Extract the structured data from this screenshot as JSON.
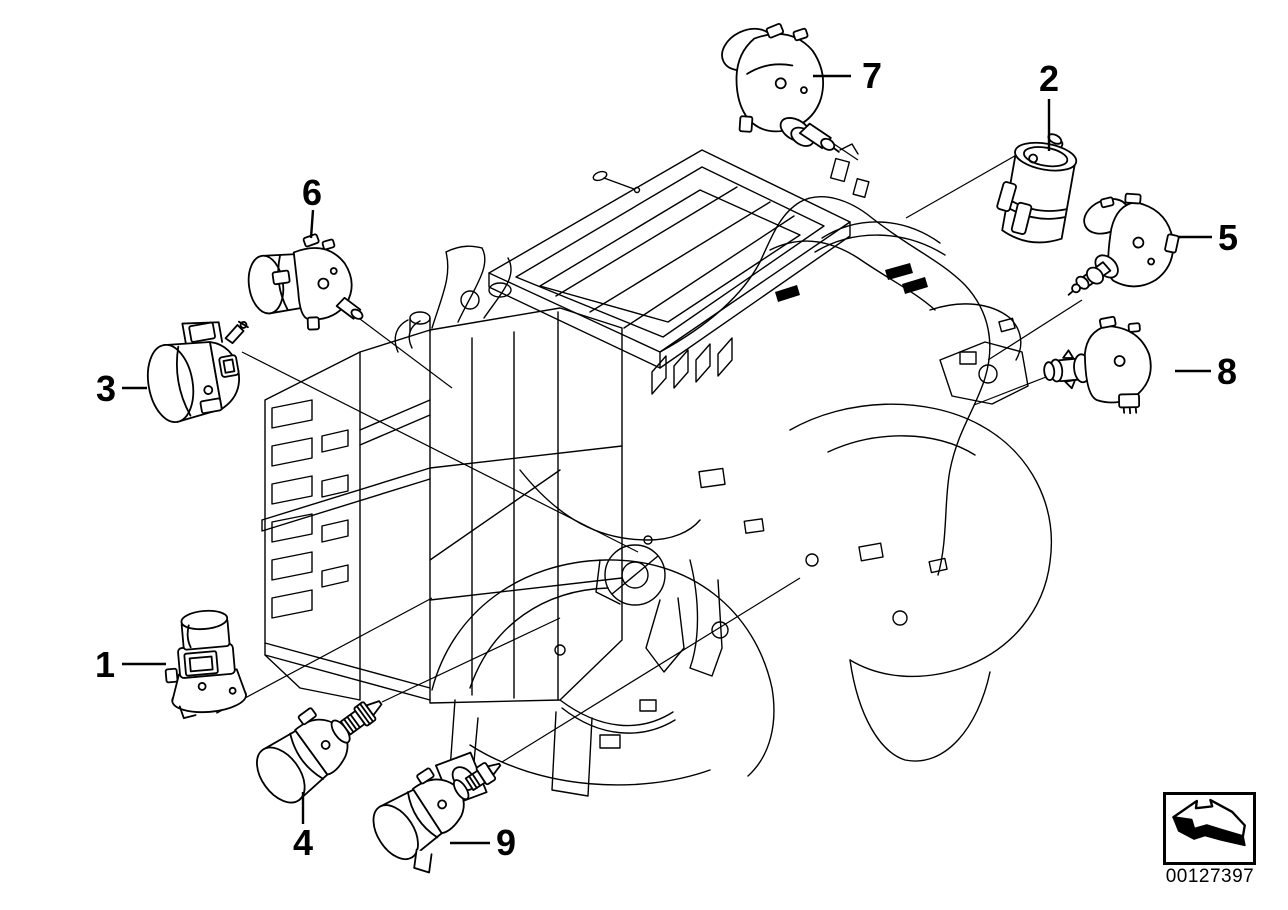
{
  "document": {
    "number": "00127397"
  },
  "callouts": [
    {
      "id": 1,
      "label": "1"
    },
    {
      "id": 2,
      "label": "2"
    },
    {
      "id": 3,
      "label": "3"
    },
    {
      "id": 4,
      "label": "4"
    },
    {
      "id": 5,
      "label": "5"
    },
    {
      "id": 6,
      "label": "6"
    },
    {
      "id": 7,
      "label": "7"
    },
    {
      "id": 8,
      "label": "8"
    },
    {
      "id": 9,
      "label": "9"
    }
  ],
  "icons": {
    "logo": "page-turn-arrow-icon"
  },
  "colors": {
    "background": "#ffffff",
    "line": "#000000"
  }
}
